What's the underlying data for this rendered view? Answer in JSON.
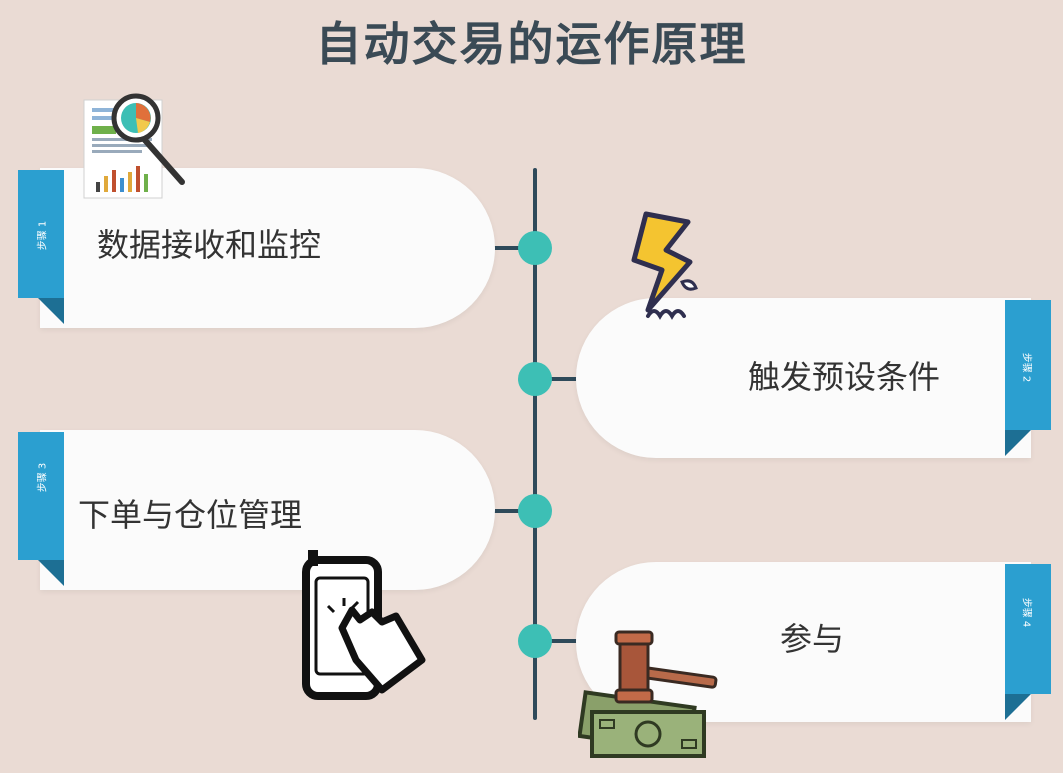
{
  "title": "自动交易的运作原理",
  "steps": [
    {
      "label": "步骤 1",
      "text": "数据接收和监控",
      "icon": "report-magnifier-icon"
    },
    {
      "label": "步骤 2",
      "text": "触发预设条件",
      "icon": "lightning-bolt-icon"
    },
    {
      "label": "步骤 3",
      "text": "下单与仓位管理",
      "icon": "phone-tap-icon"
    },
    {
      "label": "步骤 4",
      "text": "参与",
      "icon": "gavel-money-icon"
    }
  ],
  "colors": {
    "background": "#eadbd4",
    "timeline": "#2f4a5a",
    "node": "#3dbfb5",
    "tab": "#2b9fd0",
    "tab_fold": "#1d6f94",
    "card": "#fbfbfb"
  }
}
